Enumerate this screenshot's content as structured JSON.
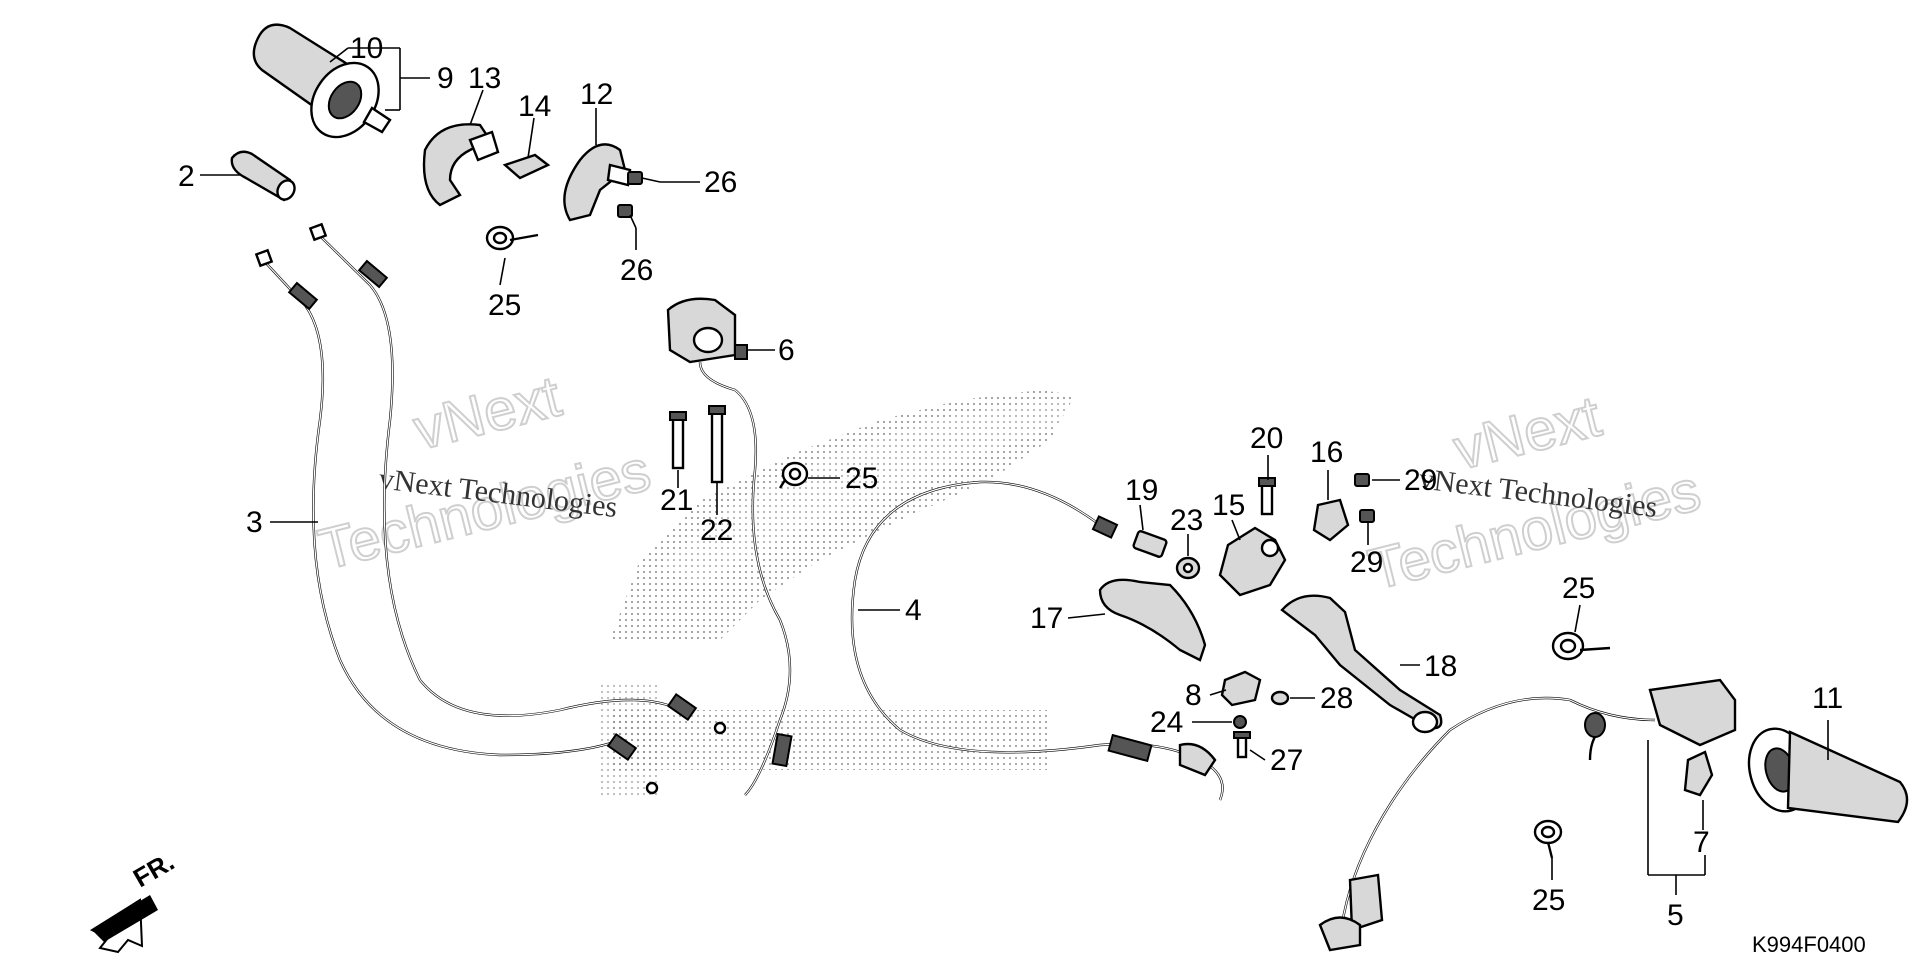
{
  "diagram": {
    "code": "K994F0400",
    "direction_label": "FR.",
    "watermarks": [
      {
        "big": "vNext",
        "big2": "Technologies",
        "small": "vNext Technologies"
      },
      {
        "big": "vNext",
        "big2": "Technologies",
        "small": "vNext Technologies"
      }
    ],
    "callouts": [
      {
        "id": "c10",
        "label": "10"
      },
      {
        "id": "c9",
        "label": "9"
      },
      {
        "id": "c13",
        "label": "13"
      },
      {
        "id": "c14",
        "label": "14"
      },
      {
        "id": "c12",
        "label": "12"
      },
      {
        "id": "c2",
        "label": "2"
      },
      {
        "id": "c26a",
        "label": "26"
      },
      {
        "id": "c26b",
        "label": "26"
      },
      {
        "id": "c25a",
        "label": "25"
      },
      {
        "id": "c6",
        "label": "6"
      },
      {
        "id": "c3",
        "label": "3"
      },
      {
        "id": "c21",
        "label": "21"
      },
      {
        "id": "c22",
        "label": "22"
      },
      {
        "id": "c25b",
        "label": "25"
      },
      {
        "id": "c4",
        "label": "4"
      },
      {
        "id": "c19",
        "label": "19"
      },
      {
        "id": "c23",
        "label": "23"
      },
      {
        "id": "c15",
        "label": "15"
      },
      {
        "id": "c20",
        "label": "20"
      },
      {
        "id": "c16",
        "label": "16"
      },
      {
        "id": "c29a",
        "label": "29"
      },
      {
        "id": "c29b",
        "label": "29"
      },
      {
        "id": "c17",
        "label": "17"
      },
      {
        "id": "c18",
        "label": "18"
      },
      {
        "id": "c25c",
        "label": "25"
      },
      {
        "id": "c8",
        "label": "8"
      },
      {
        "id": "c28",
        "label": "28"
      },
      {
        "id": "c24",
        "label": "24"
      },
      {
        "id": "c27",
        "label": "27"
      },
      {
        "id": "c11",
        "label": "11"
      },
      {
        "id": "c7",
        "label": "7"
      },
      {
        "id": "c25d",
        "label": "25"
      },
      {
        "id": "c5",
        "label": "5"
      }
    ]
  }
}
